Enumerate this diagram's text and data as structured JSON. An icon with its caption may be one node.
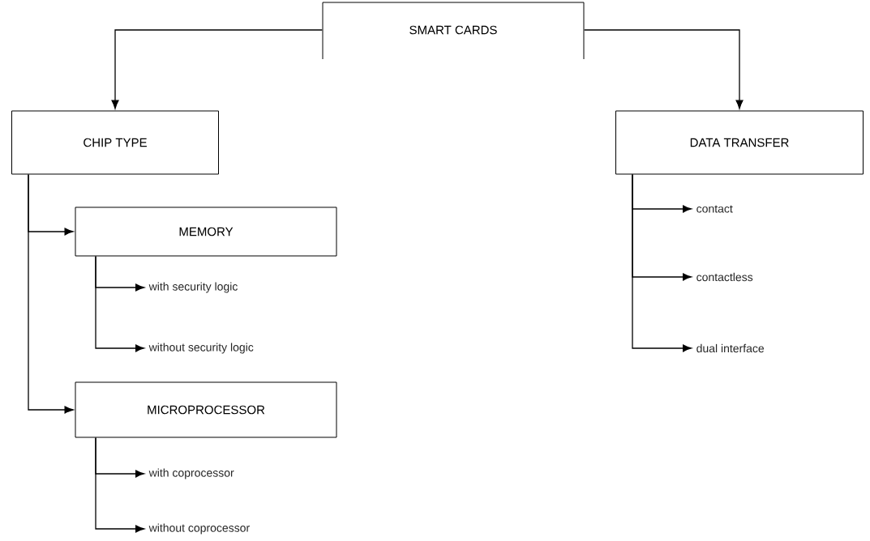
{
  "diagram": {
    "nodes": [
      {
        "text": [
          "SMART CARDS"
        ]
      },
      {
        "text": [
          "CHIP TYPE"
        ]
      },
      {
        "text": [
          "DATA TRANSFER"
        ]
      },
      {
        "text": [
          "MEMORY"
        ]
      },
      {
        "text": [
          "with security logic"
        ]
      },
      {
        "text": [
          "without security logic"
        ]
      },
      {
        "text": [
          "MICROPROCESSOR"
        ]
      },
      {
        "text": [
          "with coprocessor"
        ]
      },
      {
        "text": [
          "without coprocessor"
        ]
      },
      {
        "text": [
          "contact"
        ]
      },
      {
        "text": [
          "contactless"
        ]
      },
      {
        "text": [
          "dual interface"
        ]
      }
    ],
    "edges": [
      {
        "from": 0,
        "to": 1,
        "arrow": "to"
      },
      {
        "from": 0,
        "to": 2,
        "arrow": "to"
      },
      {
        "from": 1,
        "to": 3,
        "arrow": "to"
      },
      {
        "from": 1,
        "to": 6,
        "arrow": "to"
      },
      {
        "from": 3,
        "to": 4,
        "arrow": "to"
      },
      {
        "from": 3,
        "to": 5,
        "arrow": "to"
      },
      {
        "from": 6,
        "to": 7,
        "arrow": "to"
      },
      {
        "from": 6,
        "to": 8,
        "arrow": "to"
      },
      {
        "from": 2,
        "to": 9,
        "arrow": "to"
      },
      {
        "from": 2,
        "to": 10,
        "arrow": "to"
      },
      {
        "from": 2,
        "to": 11,
        "arrow": "to"
      }
    ]
  }
}
